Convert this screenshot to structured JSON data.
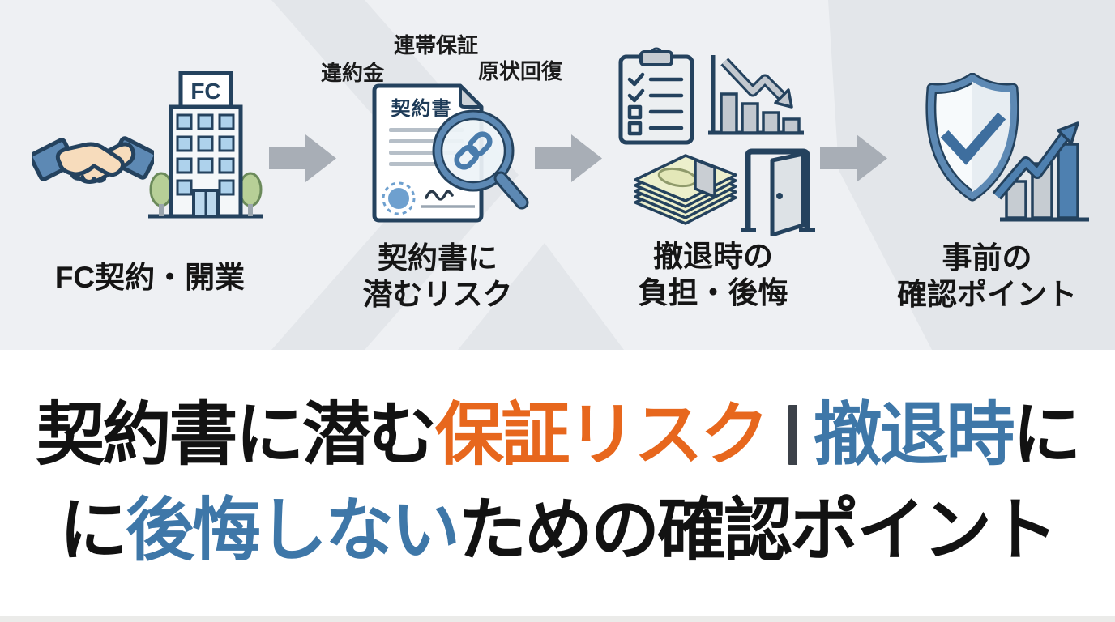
{
  "flow": {
    "steps": [
      {
        "label": "FC契約・開業"
      },
      {
        "label": "契約書に\n潜むリスク",
        "tags": [
          "違約金",
          "連帯保証",
          "原状回復"
        ],
        "document_title": "契約書"
      },
      {
        "label": "撤退時の\n負担・後悔"
      },
      {
        "label": "事前の\n確認ポイント"
      }
    ],
    "building_sign": "FC"
  },
  "headline": {
    "line1": [
      {
        "text": "契約書に潜む",
        "color": "#121212"
      },
      {
        "text": "保証リスク",
        "color": "#e7671d"
      },
      {
        "text": "｜",
        "color": "#3c4149",
        "role": "divider-bar"
      },
      {
        "text": "撤退時",
        "color": "#3e77a8"
      },
      {
        "text": "に",
        "color": "#121212"
      }
    ],
    "line2": [
      {
        "text": "に",
        "color": "#121212"
      },
      {
        "text": "後悔しない",
        "color": "#3e77a8"
      },
      {
        "text": "ための確認ポイント",
        "color": "#121212"
      }
    ]
  },
  "icons": [
    "handshake-icon",
    "fc-building-icon",
    "contract-document-icon",
    "magnifier-link-icon",
    "flow-arrow-icon",
    "checklist-clipboard-icon",
    "declining-chart-icon",
    "money-stack-icon",
    "exit-door-icon",
    "shield-check-icon",
    "growth-chart-icon"
  ],
  "colors": {
    "band_background": "#eef0f3",
    "band_chevron": "#e3e6ea",
    "flow_arrow_gray": "#a8aeb6",
    "icon_outline_navy": "#24425e",
    "icon_steel_blue": "#5d89b4",
    "icon_fill_blue": "#4e80b0",
    "headline_black": "#121212",
    "headline_orange": "#e7671d",
    "headline_blue": "#3e77a8",
    "divider_gray": "#3c4149",
    "money_note": "#ecefcc",
    "tree_green": "#b7cf97",
    "skin_tone": "#f7dcbc"
  }
}
